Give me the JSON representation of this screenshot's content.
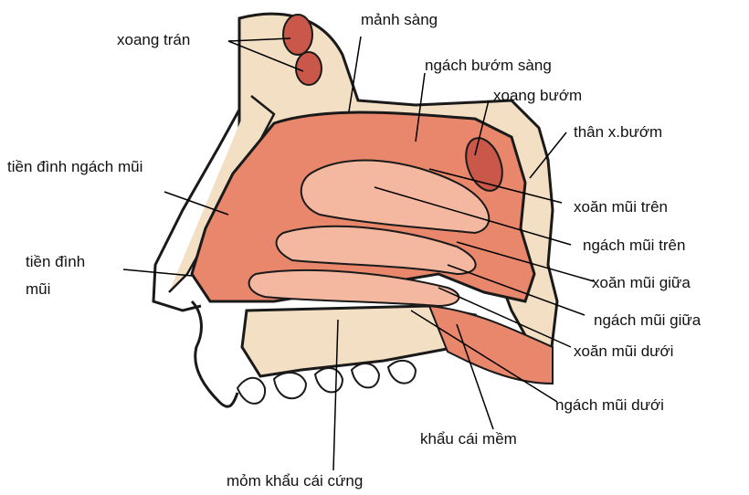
{
  "labels": {
    "xoang_tran": "xoang trán",
    "manh_sang": "mảnh sàng",
    "ngach_buom_sang": "ngách bướm sàng",
    "xoang_buom": "xoang bướm",
    "than_x_buom": "thân x.bướm",
    "tien_dinh_ngach_mui": "tiền đình ngách mũi",
    "tien_dinh_mui_line1": "tiền đình",
    "tien_dinh_mui_line2": "mũi",
    "xoan_mui_tren": "xoăn mũi trên",
    "ngach_mui_tren": "ngách mũi trên",
    "xoan_mui_giua": "xoăn mũi giữa",
    "ngach_mui_giua": "ngách mũi giữa",
    "xoan_mui_duoi": "xoăn mũi dưới",
    "ngach_mui_duoi": "ngách mũi dưới",
    "khau_cai_mem": "khẩu cái mềm",
    "mom_khau_cai_cung": "mỏm khẩu cái cứng"
  },
  "colors": {
    "mucosa": "#e8876b",
    "mucosa_light": "#f4b79f",
    "bone": "#f3dfc3",
    "sinus": "#c9584a",
    "outline": "#1a1a1a"
  }
}
